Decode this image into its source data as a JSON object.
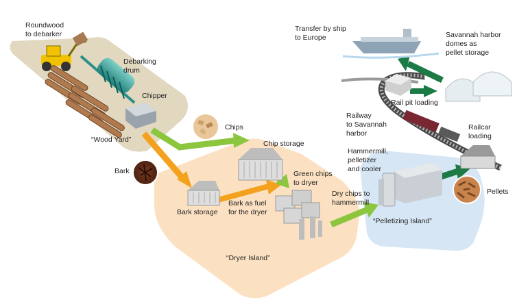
{
  "labels": {
    "roundwood": "Roundwood\nto debarker",
    "debarking_drum": "Debarking\ndrum",
    "chipper": "Chipper",
    "wood_yard": "“Wood Yard”",
    "chips": "Chips",
    "chip_storage": "Chip storage",
    "bark": "Bark",
    "bark_storage": "Bark storage",
    "bark_as_fuel": "Bark as fuel\nfor the dryer",
    "green_chips": "Green chips\nto dryer",
    "dryer_island": "“Dryer Island”",
    "dry_chips": "Dry chips to\nhammermill",
    "hammermill": "Hammermill,\npelletizer\nand cooler",
    "pelletizing_island": "“Pelletizing Island”",
    "pellets": "Pellets",
    "railway": "Railway\nto Savannah\nharbor",
    "rail_pit": "Rail pit loading",
    "railcar": "Railcar\nloading",
    "ship": "Transfer by ship\nto Europe",
    "harbor_domes": "Savannah harbor\ndomes as\npellet storage"
  },
  "colors": {
    "wood_yard_zone": "#e2d8c0",
    "dryer_zone": "#fbe1c2",
    "pelletizing_zone": "#d6e6f4",
    "bark_arrow": "#f4a21e",
    "chip_arrow": "#8cc63f",
    "pellet_arrow": "#1c7a45"
  },
  "icons": {
    "loader": "front-loader-icon",
    "debarker": "debarking-drum-icon",
    "chipper": "chipper-icon",
    "ship": "cargo-ship-icon",
    "domes": "storage-dome-icon",
    "train": "freight-train-icon"
  }
}
